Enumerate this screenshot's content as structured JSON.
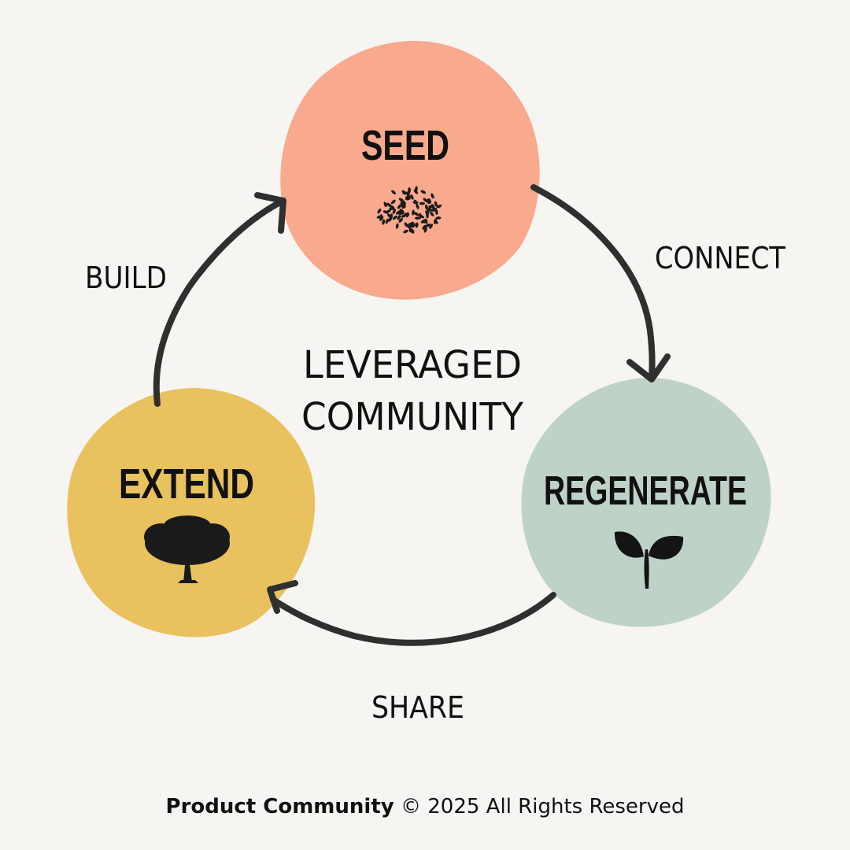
{
  "colors": {
    "background": "#f6f5f2",
    "seed": "#f8a98e",
    "regenerate": "#bfd2c8",
    "extend": "#e9c15e",
    "arrow": "#2f2f2f",
    "text": "#111111"
  },
  "diagram": {
    "center_label": [
      "LEVERAGED",
      "COMMUNITY"
    ],
    "nodes": {
      "seed": {
        "title": "SEED",
        "icon": "seeds-icon"
      },
      "regenerate": {
        "title": "REGENERATE",
        "icon": "sprout-icon"
      },
      "extend": {
        "title": "EXTEND",
        "icon": "tree-icon"
      }
    },
    "edges": {
      "connect": "CONNECT",
      "share": "SHARE",
      "build": "BUILD"
    }
  },
  "footer": {
    "brand": "Product Community",
    "rest": " © 2025 All Rights Reserved"
  }
}
